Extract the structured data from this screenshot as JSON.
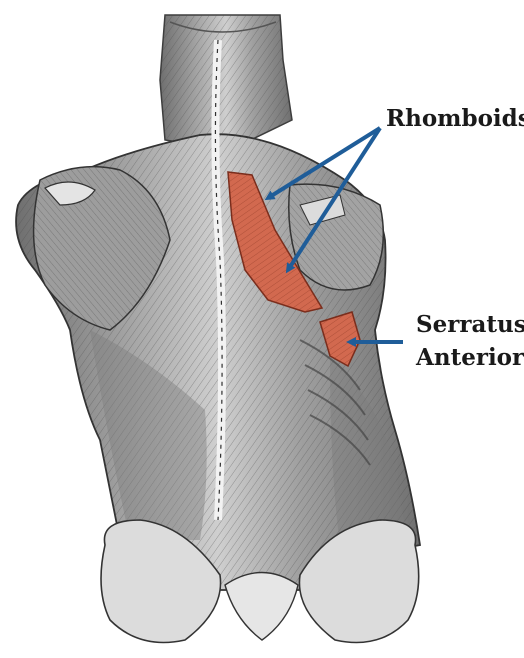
{
  "labels": {
    "rhomboids": "Rhomboids",
    "serratus_line1": "Serratus",
    "serratus_line2": "Anterior"
  },
  "colors": {
    "background": "#ffffff",
    "muscle_gray": "#9a9a9a",
    "muscle_shadow": "#5c5c5c",
    "highlight_muscle": "#d2694f",
    "pointer_arrow": "#1f5d99",
    "label_text": "#1a1a1a"
  }
}
